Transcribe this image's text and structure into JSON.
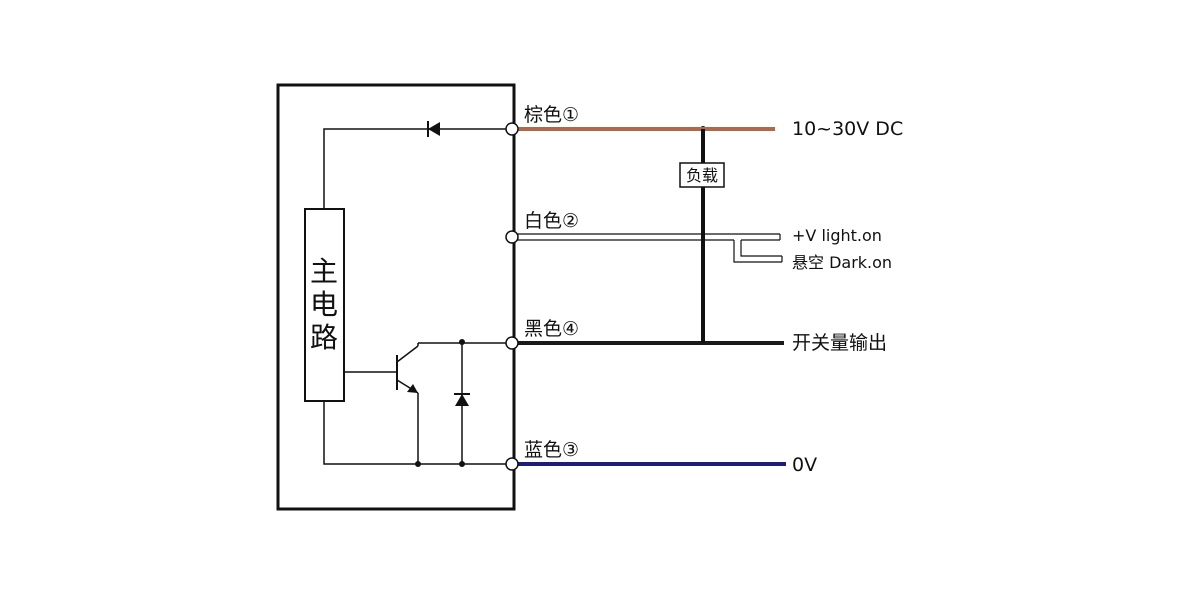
{
  "main_circuit": {
    "label_lines": [
      "主",
      "电",
      "路"
    ]
  },
  "wires": {
    "brown": {
      "label": "棕色①",
      "output": "10~30V DC",
      "color": "#b0674a"
    },
    "white": {
      "label": "白色②",
      "outputs": [
        "+V light.on",
        "悬空 Dark.on"
      ]
    },
    "black": {
      "label": "黑色④",
      "output": "开关量输出",
      "color": "#1a1a1a"
    },
    "blue": {
      "label": "蓝色③",
      "output": "0V",
      "color": "#1e1e7a"
    }
  },
  "load": {
    "label": "负载"
  }
}
